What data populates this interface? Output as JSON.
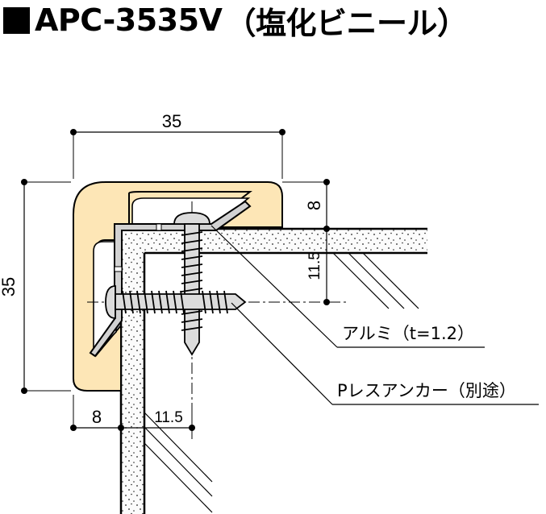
{
  "title": {
    "bullet_icon": "black-square",
    "model": "APC-3535V",
    "material": "（塩化ビニール）"
  },
  "colors": {
    "cover_fill": "#fde6b6",
    "aluminium_fill": "#d2d2d2",
    "screw_fill": "#dcdcdc",
    "board_fill": "#f7f7f7",
    "line": "#000000"
  },
  "dimensions": {
    "top_width": "35",
    "left_height": "35",
    "right_top_offset": "8",
    "right_screw_offset": "11.5",
    "bottom_left_offset": "8",
    "bottom_screw_offset": "11.5"
  },
  "callouts": {
    "aluminium": "アルミ（t=1.2）",
    "anchor": "Pレスアンカー（別途）"
  }
}
